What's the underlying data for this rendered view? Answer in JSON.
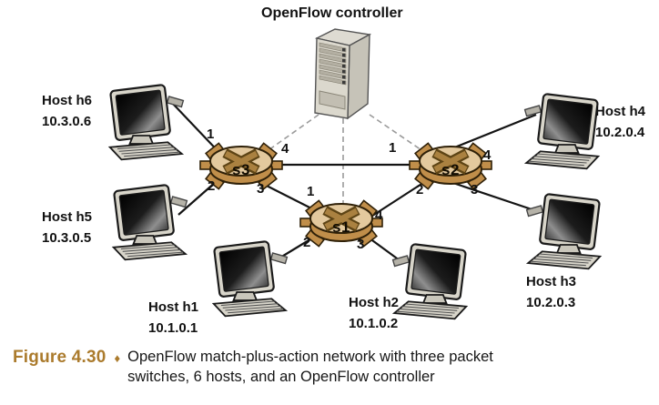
{
  "figure": {
    "controller_label": "OpenFlow controller"
  },
  "switches": [
    {
      "id": "s1",
      "label": "s1",
      "ports": {
        "p1": "1",
        "p2": "2",
        "p3": "3",
        "p4": "4"
      }
    },
    {
      "id": "s2",
      "label": "s2",
      "ports": {
        "p1": "1",
        "p2": "2",
        "p3": "3",
        "p4": "4"
      }
    },
    {
      "id": "s3",
      "label": "s3",
      "ports": {
        "p1": "1",
        "p2": "2",
        "p3": "3",
        "p4": "4"
      }
    }
  ],
  "hosts": [
    {
      "id": "h1",
      "name": "Host h1",
      "ip": "10.1.0.1"
    },
    {
      "id": "h2",
      "name": "Host h2",
      "ip": "10.1.0.2"
    },
    {
      "id": "h3",
      "name": "Host h3",
      "ip": "10.2.0.3"
    },
    {
      "id": "h4",
      "name": "Host h4",
      "ip": "10.2.0.4"
    },
    {
      "id": "h5",
      "name": "Host h5",
      "ip": "10.3.0.5"
    },
    {
      "id": "h6",
      "name": "Host h6",
      "ip": "10.3.0.6"
    }
  ],
  "links": [
    {
      "from": "h6",
      "to": "s3",
      "switch_port": "1",
      "style": "solid"
    },
    {
      "from": "h5",
      "to": "s3",
      "switch_port": "2",
      "style": "solid"
    },
    {
      "from": "s3",
      "to": "s2",
      "from_port": "4",
      "to_port": "1",
      "style": "solid"
    },
    {
      "from": "s3",
      "to": "s1",
      "from_port": "3",
      "to_port": "1",
      "style": "solid"
    },
    {
      "from": "s1",
      "to": "s2",
      "from_port": "4",
      "to_port": "2",
      "style": "solid"
    },
    {
      "from": "h1",
      "to": "s1",
      "switch_port": "2",
      "style": "solid"
    },
    {
      "from": "h2",
      "to": "s1",
      "switch_port": "3",
      "style": "solid"
    },
    {
      "from": "h4",
      "to": "s2",
      "switch_port": "4",
      "style": "solid"
    },
    {
      "from": "h3",
      "to": "s2",
      "switch_port": "3",
      "style": "solid"
    },
    {
      "from": "controller",
      "to": "s3",
      "style": "dashed"
    },
    {
      "from": "controller",
      "to": "s1",
      "style": "dashed"
    },
    {
      "from": "controller",
      "to": "s2",
      "style": "dashed"
    }
  ],
  "caption": {
    "figure_label": "Figure 4.30",
    "separator": "♦",
    "line1": "OpenFlow match-plus-action network with three packet",
    "line2": "switches, 6 hosts, and an OpenFlow controller"
  },
  "colors": {
    "figure_label": "#ab7b2d",
    "switch_top": "#e3c99e",
    "switch_body": "#c08e4a",
    "switch_x": "#aa8140",
    "link_line": "#141414",
    "controller_link_dashed": "#9b9b9b"
  }
}
